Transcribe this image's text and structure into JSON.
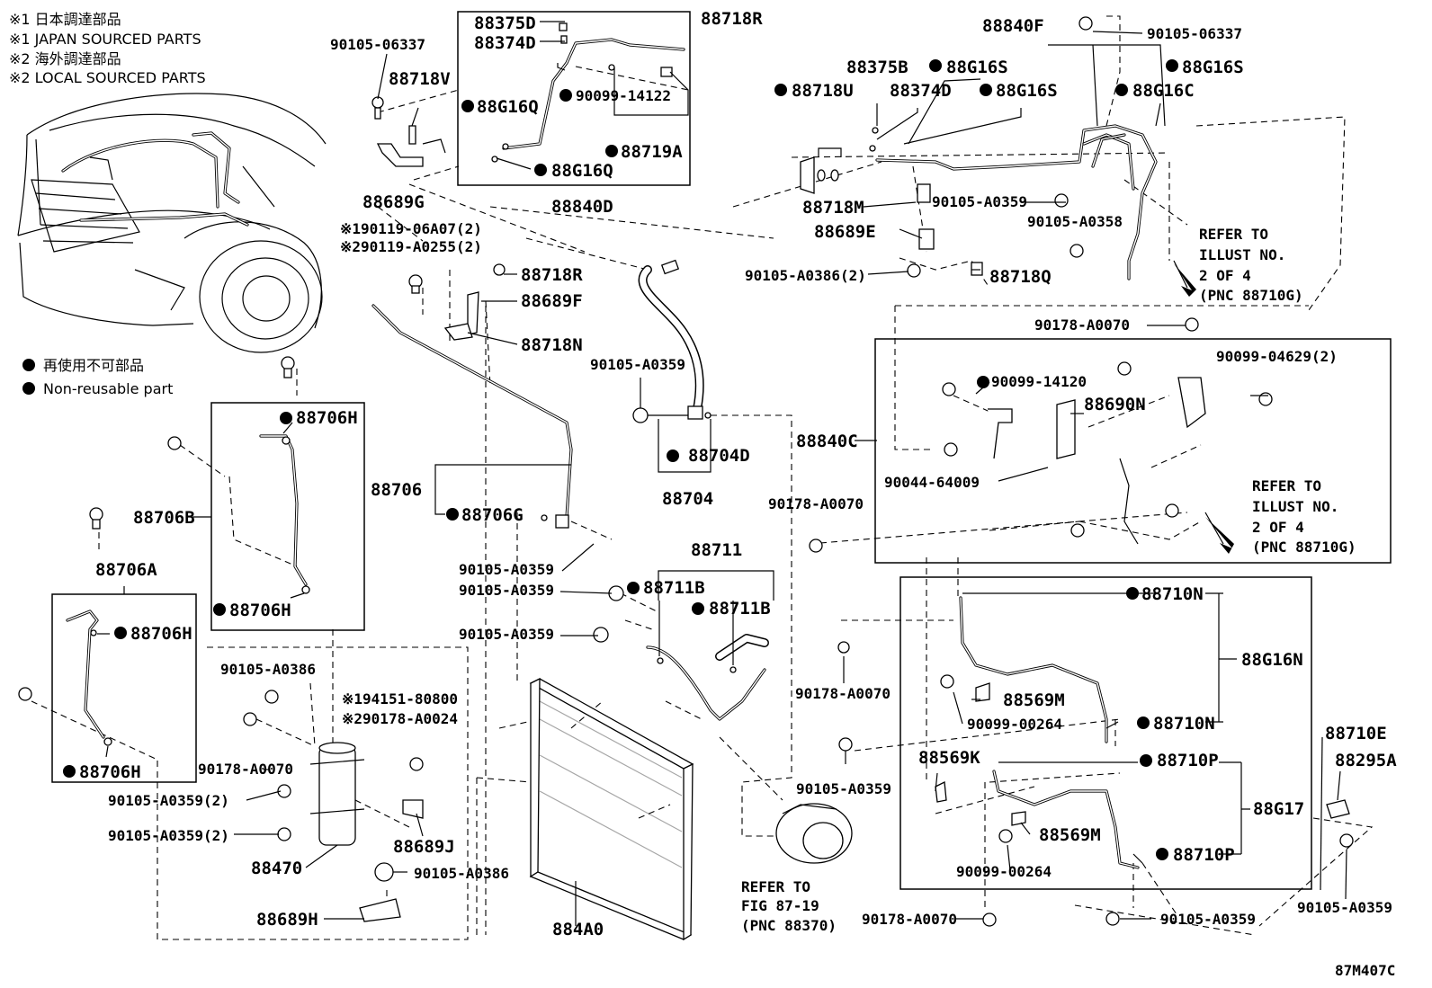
{
  "notes": {
    "line1": "※1 日本調達部品",
    "line2": "※1 JAPAN SOURCED PARTS",
    "line3": "※2 海外調達部品",
    "line4": "※2 LOCAL SOURCED PARTS"
  },
  "legend": {
    "jp": "再使用不可部品",
    "en": "Non-reusable part"
  },
  "refer": {
    "r1": [
      "REFER TO",
      "ILLUST NO.",
      "2 OF 4",
      "(PNC 88710G)"
    ],
    "r2": [
      "REFER TO",
      "ILLUST NO.",
      "2 OF 4",
      "(PNC 88710G)"
    ],
    "fig": [
      "REFER TO",
      "FIG 87-19",
      "(PNC 88370)"
    ]
  },
  "illust_code": "87M407C",
  "labels": {
    "p88718R_top": "88718R",
    "p90105_06337_left": "90105-06337",
    "p88718V": "88718V",
    "p88375D": "88375D",
    "p88374D_top": "88374D",
    "p90099_14122": "90099-14122",
    "p88G16Q_a": "88G16Q",
    "p88719A": "88719A",
    "p88G16Q_b": "88G16Q",
    "p88840D": "88840D",
    "p88689G": "88689G",
    "p90119_06A07": "※190119-06A07(2)",
    "p90119_A0255": "※290119-A0255(2)",
    "p88718R_mid": "88718R",
    "p88689F": "88689F",
    "p88718N": "88718N",
    "p88840F": "88840F",
    "p90105_06337_right": "90105-06337",
    "p88375B": "88375B",
    "p88G16S_a": "88G16S",
    "p88G16S_b": "88G16S",
    "p88G16S_c": "88G16S",
    "p88718U": "88718U",
    "p88374D_right": "88374D",
    "p88G16C": "88G16C",
    "p88718M": "88718M",
    "p90105_A0359_top": "90105-A0359",
    "p88689E": "88689E",
    "p90105_A0358": "90105-A0358",
    "p90105_A0386_2": "90105-A0386(2)",
    "p88718Q": "88718Q",
    "p90178_A0070_a": "90178-A0070",
    "p90099_04629": "90099-04629(2)",
    "p90099_14120": "90099-14120",
    "p88690N": "88690N",
    "p88840C": "88840C",
    "p90044_64009": "90044-64009",
    "p90178_A0070_b": "90178-A0070",
    "p90105_A0359_hose": "90105-A0359",
    "p88704D": "88704D",
    "p88704": "88704",
    "p88706": "88706",
    "p88706G": "88706G",
    "p90105_A0359_c": "90105-A0359",
    "p90105_A0359_d": "90105-A0359",
    "p90105_A0359_e": "90105-A0359",
    "p88711": "88711",
    "p88711B_a": "88711B",
    "p88711B_b": "88711B",
    "p88706H_a": "88706H",
    "p88706B": "88706B",
    "p88706H_b": "88706H",
    "p88706A": "88706A",
    "p88706H_c": "88706H",
    "p88706H_d": "88706H",
    "p90105_A0386_a": "90105-A0386",
    "p94151_80800": "※194151-80800",
    "p90178_A0024": "※290178-A0024",
    "p90178_A0070_c": "90178-A0070",
    "p90105_A0359_2a": "90105-A0359(2)",
    "p90105_A0359_2b": "90105-A0359(2)",
    "p88689J": "88689J",
    "p88470": "88470",
    "p90105_A0386_b": "90105-A0386",
    "p88689H": "88689H",
    "p884A0": "884A0",
    "p88710N_a": "88710N",
    "p88G16N": "88G16N",
    "p90178_A0070_d": "90178-A0070",
    "p88569M_a": "88569M",
    "p90099_00264_a": "90099-00264",
    "p88710N_b": "88710N",
    "p88710E": "88710E",
    "p88569K": "88569K",
    "p88710P_a": "88710P",
    "p88295A": "88295A",
    "p90105_A0359_f": "90105-A0359",
    "p88G17": "88G17",
    "p88569M_b": "88569M",
    "p90099_00264_b": "90099-00264",
    "p88710P_b": "88710P",
    "p90178_A0070_e": "90178-A0070",
    "p90105_A0359_g": "90105-A0359",
    "p90105_A0359_h": "90105-A0359"
  }
}
